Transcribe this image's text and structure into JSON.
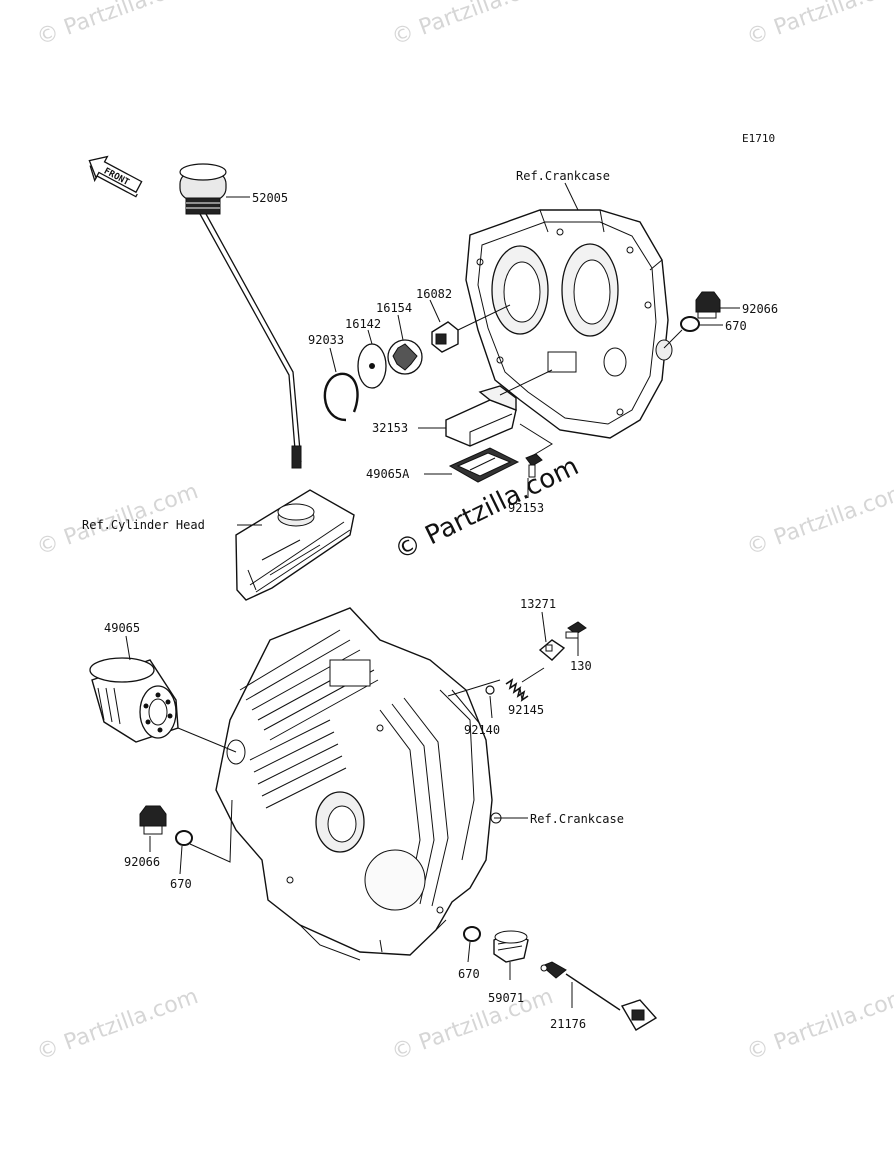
{
  "diagram": {
    "code": "E1710",
    "front_arrow": "FRONT",
    "watermark": "© Partzilla.com",
    "refs": {
      "crankcase_top": "Ref.Crankcase",
      "cylinder_head": "Ref.Cylinder Head",
      "crankcase_right": "Ref.Crankcase"
    },
    "parts": {
      "p52005": "52005",
      "p16082": "16082",
      "p16154": "16154",
      "p16142": "16142",
      "p92033": "92033",
      "p92066a": "92066",
      "p670a": "670",
      "p32153": "32153",
      "p49065A": "49065A",
      "p92153": "92153",
      "p13271": "13271",
      "p130": "130",
      "p49065": "49065",
      "p92145": "92145",
      "p92140": "92140",
      "p92066b": "92066",
      "p670b": "670",
      "p670c": "670",
      "p59071": "59071",
      "p21176": "21176"
    }
  }
}
